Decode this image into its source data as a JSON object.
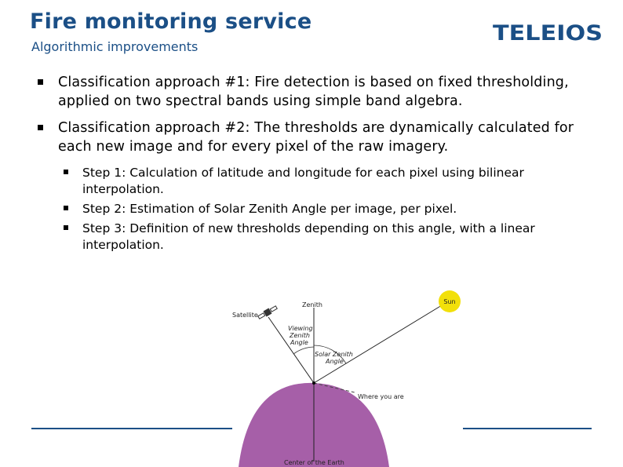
{
  "header": {
    "title": "Fire monitoring service",
    "subtitle": "Algorithmic improvements",
    "logo_text": "TELEIOS",
    "logo_color": "#1b4f86"
  },
  "bullets": [
    {
      "text": "Classification approach #1: Fire detection is based on fixed thresholding, applied on two spectral bands using simple band algebra."
    },
    {
      "text": "Classification approach #2: The thresholds are dynamically calculated for each new image and for every pixel of the raw imagery."
    }
  ],
  "sub_bullets": [
    {
      "text": "Step 1: Calculation of latitude and longitude for each pixel using bilinear interpolation."
    },
    {
      "text": "Step 2: Estimation of Solar Zenith Angle per image, per pixel."
    },
    {
      "text": "Step 3: Definition of new thresholds depending on this angle, with a linear interpolation."
    }
  ],
  "diagram": {
    "sun": "Sun",
    "zenith": "Zenith",
    "satellite": "Satellite",
    "viewing_angle": [
      "Viewing",
      "Zenith",
      "Angle"
    ],
    "solar_angle": [
      "Solar Zenith",
      "Angle"
    ],
    "where": "Where you are",
    "center": "Center of the Earth",
    "earth_color": "#a65fa8",
    "sun_color": "#f2e00a"
  }
}
